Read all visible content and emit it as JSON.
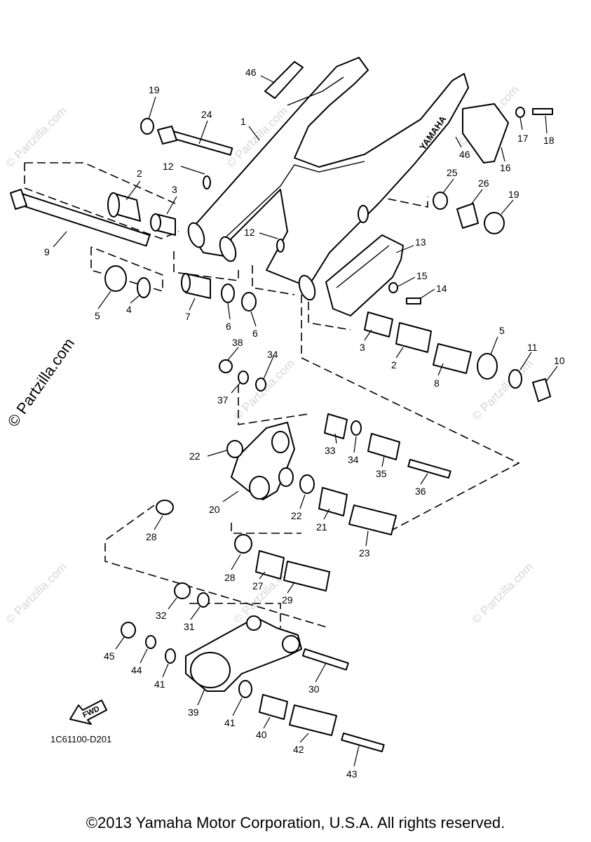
{
  "diagram": {
    "code": "1C61100-D201",
    "fwd_label": "FWD",
    "brand_mark": "YAMAHA",
    "side_watermark": "© Partzilla.com",
    "watermark_text": "© Partzilla.com",
    "copyright": "©2013 Yamaha Motor Corporation, U.S.A. All rights reserved.",
    "callouts": [
      {
        "id": "c46a",
        "num": "46"
      },
      {
        "id": "c19a",
        "num": "19"
      },
      {
        "id": "c24",
        "num": "24"
      },
      {
        "id": "c1",
        "num": "1"
      },
      {
        "id": "c12a",
        "num": "12"
      },
      {
        "id": "c2a",
        "num": "2"
      },
      {
        "id": "c3a",
        "num": "3"
      },
      {
        "id": "c9",
        "num": "9"
      },
      {
        "id": "c17",
        "num": "17"
      },
      {
        "id": "c18",
        "num": "18"
      },
      {
        "id": "c46b",
        "num": "46"
      },
      {
        "id": "c16",
        "num": "16"
      },
      {
        "id": "c25",
        "num": "25"
      },
      {
        "id": "c26",
        "num": "26"
      },
      {
        "id": "c19b",
        "num": "19"
      },
      {
        "id": "c12b",
        "num": "12"
      },
      {
        "id": "c13",
        "num": "13"
      },
      {
        "id": "c15",
        "num": "15"
      },
      {
        "id": "c14",
        "num": "14"
      },
      {
        "id": "c5a",
        "num": "5"
      },
      {
        "id": "c4",
        "num": "4"
      },
      {
        "id": "c7",
        "num": "7"
      },
      {
        "id": "c6a",
        "num": "6"
      },
      {
        "id": "c6b",
        "num": "6"
      },
      {
        "id": "c3b",
        "num": "3"
      },
      {
        "id": "c2b",
        "num": "2"
      },
      {
        "id": "c8",
        "num": "8"
      },
      {
        "id": "c5b",
        "num": "5"
      },
      {
        "id": "c11",
        "num": "11"
      },
      {
        "id": "c10",
        "num": "10"
      },
      {
        "id": "c38",
        "num": "38"
      },
      {
        "id": "c34a",
        "num": "34"
      },
      {
        "id": "c37",
        "num": "37"
      },
      {
        "id": "c33",
        "num": "33"
      },
      {
        "id": "c34b",
        "num": "34"
      },
      {
        "id": "c35",
        "num": "35"
      },
      {
        "id": "c36",
        "num": "36"
      },
      {
        "id": "c22a",
        "num": "22"
      },
      {
        "id": "c20",
        "num": "20"
      },
      {
        "id": "c22b",
        "num": "22"
      },
      {
        "id": "c21",
        "num": "21"
      },
      {
        "id": "c23",
        "num": "23"
      },
      {
        "id": "c28a",
        "num": "28"
      },
      {
        "id": "c28b",
        "num": "28"
      },
      {
        "id": "c27",
        "num": "27"
      },
      {
        "id": "c29",
        "num": "29"
      },
      {
        "id": "c32",
        "num": "32"
      },
      {
        "id": "c31",
        "num": "31"
      },
      {
        "id": "c45",
        "num": "45"
      },
      {
        "id": "c44",
        "num": "44"
      },
      {
        "id": "c41a",
        "num": "41"
      },
      {
        "id": "c30",
        "num": "30"
      },
      {
        "id": "c39",
        "num": "39"
      },
      {
        "id": "c41b",
        "num": "41"
      },
      {
        "id": "c40",
        "num": "40"
      },
      {
        "id": "c42",
        "num": "42"
      },
      {
        "id": "c43",
        "num": "43"
      }
    ]
  }
}
